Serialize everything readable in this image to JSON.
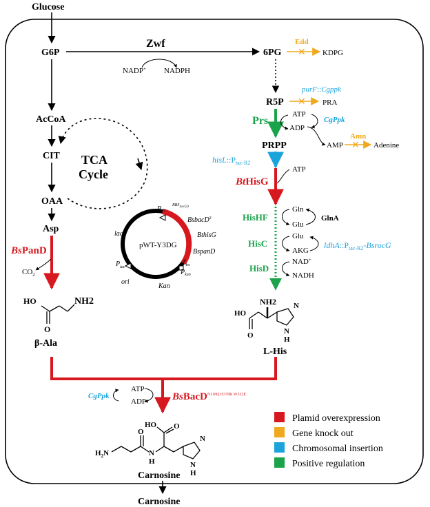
{
  "colors": {
    "red": "#d7191f",
    "orange": "#f0a81e",
    "blue": "#1ba3dc",
    "green": "#1aa34a",
    "black": "#000000"
  },
  "metabolites": {
    "glucose": "Glucose",
    "g6p": "G6P",
    "six_pg": "6PG",
    "kdpg": "KDPG",
    "r5p": "R5P",
    "pra": "PRA",
    "prpp": "PRPP",
    "acCoA": "AcCoA",
    "cit": "CIT",
    "oaa": "OAA",
    "asp": "Asp",
    "co2": "CO",
    "co2_sub": "2",
    "beta_ala": "β-Ala",
    "l_his": "L-His",
    "carnosine": "Carnosine",
    "carnosine_out": "Carnosine",
    "tca_line1": "TCA",
    "tca_line2": "Cycle",
    "nadp": "NADP",
    "nadp_sup": "+",
    "nadph": "NADPH",
    "atp_prs": "ATP",
    "adp_prs": "ADP",
    "amp": "AMP",
    "adenine": "Adenine",
    "atp_hisg": "ATP",
    "gln": "Gln",
    "glu_1": "Glu",
    "glu_2": "Glu",
    "akg": "AKG",
    "nad": "NAD",
    "nad_sup": "+",
    "nadh": "NADH",
    "atp_bacd": "ATP",
    "adp_bacd": "ADP",
    "nh2_bala": "NH2",
    "ho_bala": "HO",
    "o_bala": "O",
    "nh2_his": "NH2",
    "ho_his": "HO",
    "o_his": "O",
    "n_his": "N",
    "nh_his": "N",
    "h_his": "H",
    "ho_car": "HO",
    "o_car1": "O",
    "o_car2": "O",
    "h2n_car": "H",
    "h2n_sub": "2",
    "h2n_n": "N",
    "n_car1": "N",
    "h_car1": "H",
    "n_car2": "N",
    "nh_car": "N",
    "h_car2": "H"
  },
  "enzymes": {
    "zwf": "Zwf",
    "edd": "Edd",
    "purf_prefix": "purF",
    "purf_suffix": "::",
    "purf_gene": "Cgppk",
    "prs": "Prs",
    "cgppk_top": "CgPpk",
    "amn": "Amn",
    "hisl_prefix": "hisL",
    "hisl_mid": "::P",
    "hisl_sub": "tac-R2",
    "bthisg_it": "Bt",
    "bthisg_rest": "HisG",
    "hishf": "HisHF",
    "glna": "GlnA",
    "hisc": "HisC",
    "ldha_prefix": "ldhA",
    "ldha_mid": "::P",
    "ldha_sub": "tac-R2",
    "ldha_suffix": "-BsrocG",
    "hisd": "HisD",
    "bspand_it": "Bs",
    "bspand_rest": "PanD",
    "cgppk_bottom": "CgPpk",
    "bsbacd_it": "Bs",
    "bsbacd_rest": "BacD",
    "bsbacd_sup": "N118Q H378K W322E"
  },
  "plasmid": {
    "name": "pWT-Y3DG",
    "lacI": "lacI",
    "ori": "ori",
    "kan": "Kan",
    "p_tac": "P",
    "p_tac_sub": "tac",
    "p_top": "P",
    "p_top_sub": "T7",
    "rbs": "RBS",
    "rbs_sub": "Lac(3)",
    "bsbacd": "BsbacD",
    "bsbacd_sup": "3",
    "bthisg": "BthisG",
    "bspand": "BspanD",
    "t_trc": "T",
    "t_trc_sub": "trc",
    "p_kan": "P",
    "p_kan_sub": "kan"
  },
  "legend": {
    "items": [
      {
        "label": "Plamid overexpression",
        "color": "#d7191f"
      },
      {
        "label": "Gene knock out",
        "color": "#f0a81e"
      },
      {
        "label": "Chromosomal insertion",
        "color": "#1ba3dc"
      },
      {
        "label": "Positive regulation",
        "color": "#1aa34a"
      }
    ]
  }
}
